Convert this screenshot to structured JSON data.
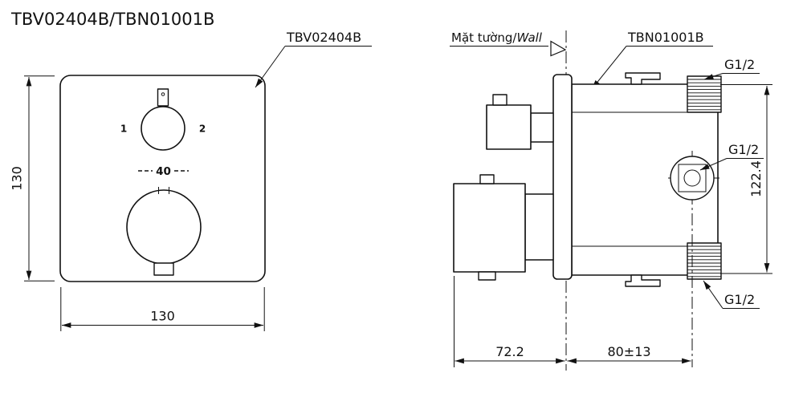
{
  "title": "TBV02404B/TBN01001B",
  "colors": {
    "line": "#111111",
    "background": "#ffffff"
  },
  "front_view": {
    "label": "TBV02404B",
    "selector_left": "1",
    "selector_right": "2",
    "temperature": "40",
    "dim_height": "130",
    "dim_width": "130"
  },
  "side_view": {
    "label": "TBN01001B",
    "wall_label_vi": "Mặt tường/",
    "wall_label_en": "Wall",
    "port_top": "G1/2",
    "port_middle": "G1/2",
    "port_bottom": "G1/2",
    "dim_height": "122.4",
    "dim_protrusion": "72.2",
    "dim_embed": "80±13"
  }
}
